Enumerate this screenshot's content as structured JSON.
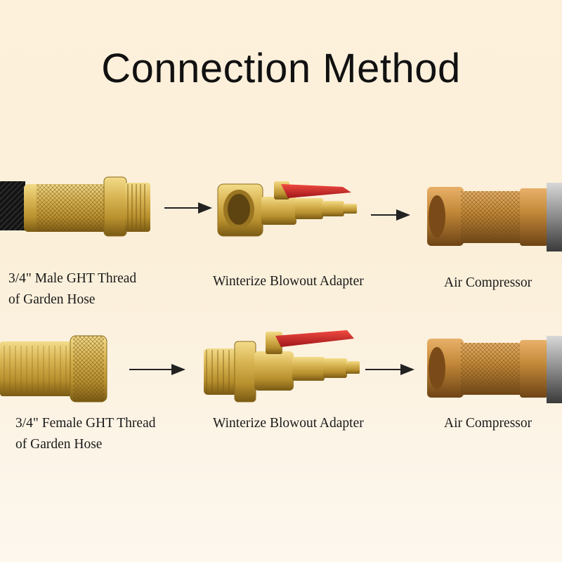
{
  "title": "Connection Method",
  "rows": [
    {
      "source_label_line1": "3/4\" Male GHT Thread",
      "source_label_line2": "of Garden Hose",
      "adapter_label": "Winterize Blowout Adapter",
      "target_label": "Air Compressor"
    },
    {
      "source_label_line1": "3/4\" Female GHT Thread",
      "source_label_line2": "of Garden Hose",
      "adapter_label": "Winterize Blowout Adapter",
      "target_label": "Air Compressor"
    }
  ],
  "colors": {
    "brass": "#c9a544",
    "brass_dark": "#8a6a1c",
    "valve_handle": "#d0262a",
    "hose": "#1b1b1b",
    "arrow": "#222222"
  }
}
